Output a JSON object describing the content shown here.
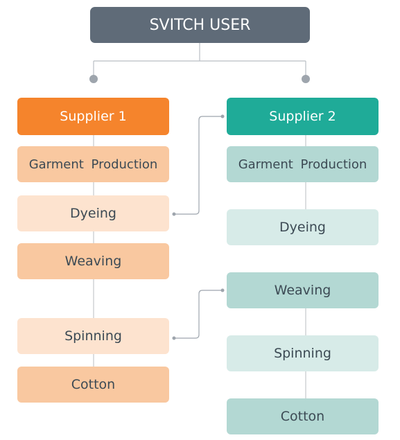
{
  "title": "SVITCH USER",
  "colors": {
    "title_bg": "#5f6b78",
    "supplier1_accent": "#f5842c",
    "supplier2_accent": "#1fab98",
    "line": "#b9bec4",
    "dot": "#9ea5ad"
  },
  "supplier1": {
    "label": "Supplier 1",
    "stages": [
      "Garment  Production",
      "Dyeing",
      "Weaving",
      "Spinning",
      "Cotton"
    ]
  },
  "supplier2": {
    "label": "Supplier 2",
    "stages": [
      "Garment  Production",
      "Dyeing",
      "Weaving",
      "Spinning",
      "Cotton"
    ]
  }
}
